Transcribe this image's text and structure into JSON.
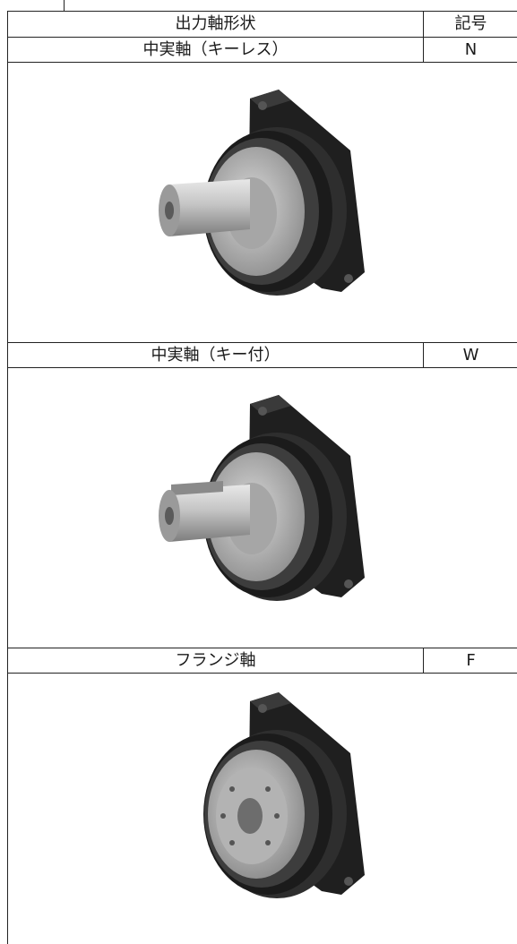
{
  "table": {
    "header": {
      "shape": "出力軸形状",
      "symbol": "記号"
    },
    "rows": [
      {
        "shape": "中実軸（キーレス）",
        "symbol": "N",
        "image_icon": "gear-reducer-solid-shaft-keyless-icon"
      },
      {
        "shape": "中実軸（キー付）",
        "symbol": "W",
        "image_icon": "gear-reducer-solid-shaft-keyed-icon"
      },
      {
        "shape": "フランジ軸",
        "symbol": "F",
        "image_icon": "gear-reducer-flange-shaft-icon"
      }
    ]
  },
  "colors": {
    "line": "#222222",
    "housing": "#2b2b2b",
    "shaft": "#b8b8b8"
  }
}
